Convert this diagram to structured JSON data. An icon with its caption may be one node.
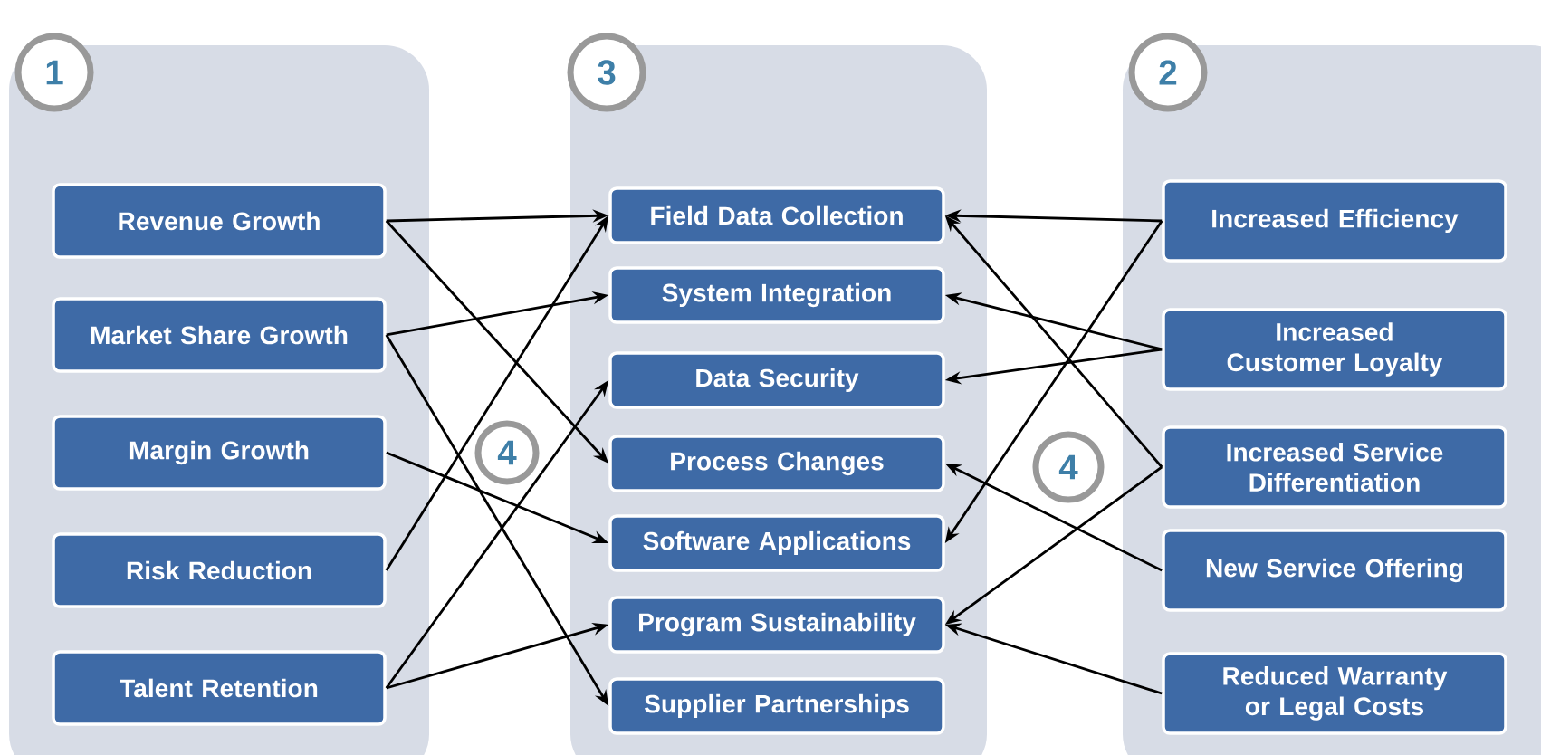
{
  "diagram": {
    "nodes": [
      {
        "text": [],
        "shape": "box"
      },
      {
        "text": [
          "Revenue Growth"
        ],
        "in": 0
      },
      {
        "text": [
          "Market Share Growth"
        ],
        "in": 0
      },
      {
        "text": [
          "Margin Growth"
        ],
        "in": 0
      },
      {
        "text": [
          "Risk Reduction"
        ],
        "in": 0
      },
      {
        "text": [
          "Talent Retention"
        ],
        "in": 0
      },
      {
        "text": [],
        "shape": "box"
      },
      {
        "text": [
          "Field Data Collection"
        ],
        "in": 6
      },
      {
        "text": [
          "System Integration"
        ],
        "in": 6
      },
      {
        "text": [
          "Data Security"
        ],
        "in": 6
      },
      {
        "text": [
          "Process Changes"
        ],
        "in": 6
      },
      {
        "text": [
          "Software Applications"
        ],
        "in": 6
      },
      {
        "text": [
          "Program Sustainability"
        ],
        "in": 6
      },
      {
        "text": [
          "Supplier Partnerships"
        ],
        "in": 6
      },
      {
        "text": [],
        "shape": "box"
      },
      {
        "text": [
          "Increased Efficiency"
        ],
        "in": 14
      },
      {
        "text": [
          "Increased Customer Loyalty"
        ],
        "in": 14
      },
      {
        "text": [
          "Increased Service Differentiation"
        ],
        "in": 14
      },
      {
        "text": [
          "New Service Offering"
        ],
        "in": 14
      },
      {
        "text": [
          "Reduced Warranty or Legal Costs"
        ],
        "in": 14
      },
      {
        "text": [
          "4"
        ]
      },
      {
        "text": [
          "4"
        ]
      },
      {
        "text": [
          "1"
        ]
      },
      {
        "text": [
          "3"
        ]
      },
      {
        "text": [
          "2"
        ]
      }
    ],
    "edges": [
      {
        "from": 1,
        "to": 7,
        "arrow": "to"
      },
      {
        "from": 1,
        "to": 10,
        "arrow": "to"
      },
      {
        "from": 2,
        "to": 8,
        "arrow": "to"
      },
      {
        "from": 2,
        "to": 13,
        "arrow": "to"
      },
      {
        "from": 3,
        "to": 11,
        "arrow": "to"
      },
      {
        "from": 4,
        "to": 7,
        "arrow": "to"
      },
      {
        "from": 5,
        "to": 9,
        "arrow": "to"
      },
      {
        "from": 5,
        "to": 12,
        "arrow": "to"
      },
      {
        "from": 15,
        "to": 7,
        "arrow": "to"
      },
      {
        "from": 15,
        "to": 11,
        "arrow": "to"
      },
      {
        "from": 16,
        "to": 8,
        "arrow": "to"
      },
      {
        "from": 16,
        "to": 9,
        "arrow": "to"
      },
      {
        "from": 17,
        "to": 7,
        "arrow": "to"
      },
      {
        "from": 17,
        "to": 12,
        "arrow": "to"
      },
      {
        "from": 18,
        "to": 10,
        "arrow": "to"
      },
      {
        "from": 19,
        "to": 12,
        "arrow": "to"
      }
    ]
  }
}
